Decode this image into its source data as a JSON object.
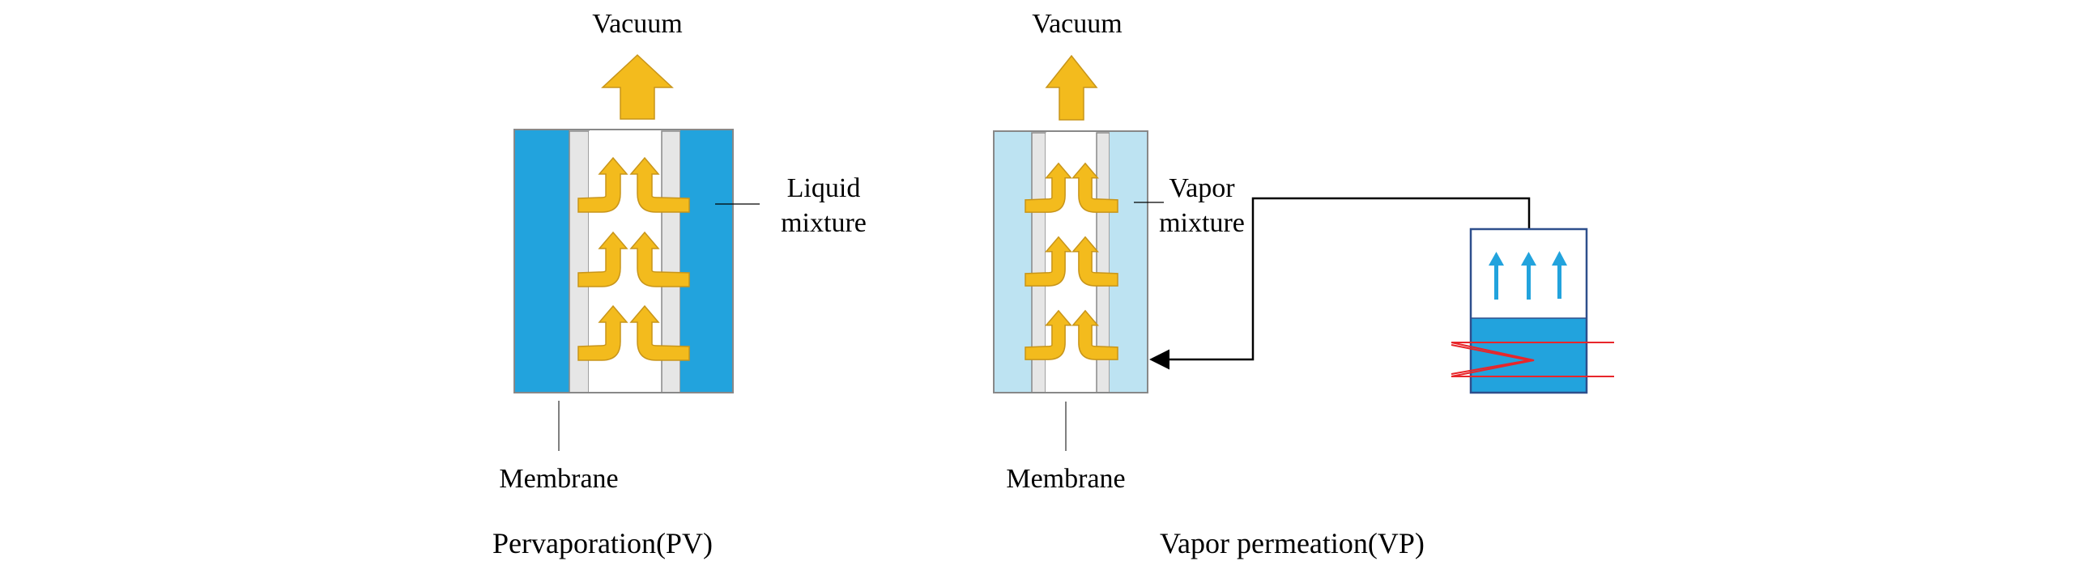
{
  "title": "Pervaporation vs. Vapor permeation schematic",
  "colors": {
    "liquid_blue": "#22a3dd",
    "vapor_blue": "#bde3f2",
    "membrane_grey": "#e6e6e6",
    "border_grey": "#888888",
    "flow_arrow": "#f3bb1d",
    "flow_arrow_stroke": "#c8951a",
    "heater_red": "#e8262a",
    "evaporator_border": "#2e4f8c",
    "evaporator_arrow": "#22a3dd",
    "line": "#000000"
  },
  "panels": {
    "pv": {
      "vacuum_label": "Vacuum",
      "feed_label_line1": "Liquid",
      "feed_label_line2": "mixture",
      "membrane_label": "Membrane",
      "caption": "Pervaporation(PV)"
    },
    "vp": {
      "vacuum_label": "Vacuum",
      "feed_label_line1": "Vapor",
      "feed_label_line2": "mixture",
      "membrane_label": "Membrane",
      "caption": "Vapor permeation(VP)"
    }
  }
}
